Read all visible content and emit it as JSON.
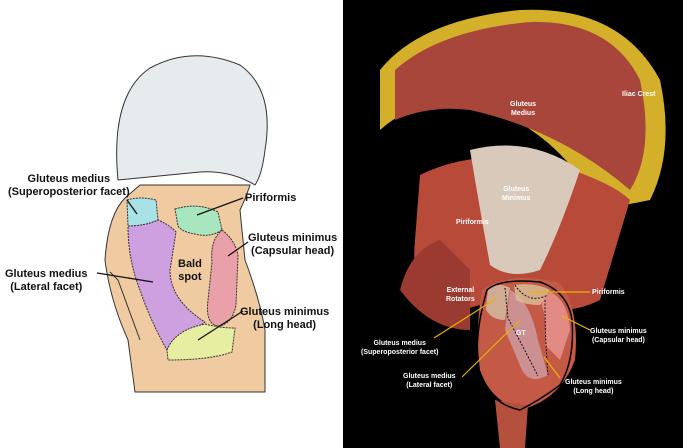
{
  "left_diagram": {
    "labels": {
      "gm_sp": [
        "Gluteus medius",
        "(Superoposterior facet)"
      ],
      "piriformis": "Piriformis",
      "gmin_cap": [
        "Gluteus minimus",
        "(Capsular head)"
      ],
      "gm_lat": [
        "Gluteus medius",
        "(Lateral facet)"
      ],
      "bald": [
        "Bald",
        "spot"
      ],
      "gmin_long": [
        "Gluteus minimus",
        "(Long head)"
      ]
    },
    "colors": {
      "head": "#e6ebee",
      "bone": "#f0cba2",
      "sp_facet": "#a9e2e6",
      "piriformis": "#a8e6bf",
      "capsular": "#eaa0a8",
      "lateral": "#cfa0e0",
      "long_head": "#e6eea2"
    }
  },
  "right_photo": {
    "labels": {
      "gmed": [
        "Gluteus",
        "Medius"
      ],
      "iliac": "Iliac Crest",
      "gmin": [
        "Gluteus",
        "Minimus"
      ],
      "piri": "Piriformis",
      "ext": [
        "External",
        "Rotators"
      ],
      "gt": "GT",
      "piri2": "Piriformis",
      "gm_sp": [
        "Gluteus medius",
        "(Superoposterior facet)"
      ],
      "gmin_cap": [
        "Gluteus minimus",
        "(Capsular head)"
      ],
      "gm_lat": [
        "Gluteus medius",
        "(Lateral facet)"
      ],
      "gmin_long": [
        "Gluteus minimus",
        "(Long head)"
      ]
    },
    "leader_color": "#e8b400"
  }
}
